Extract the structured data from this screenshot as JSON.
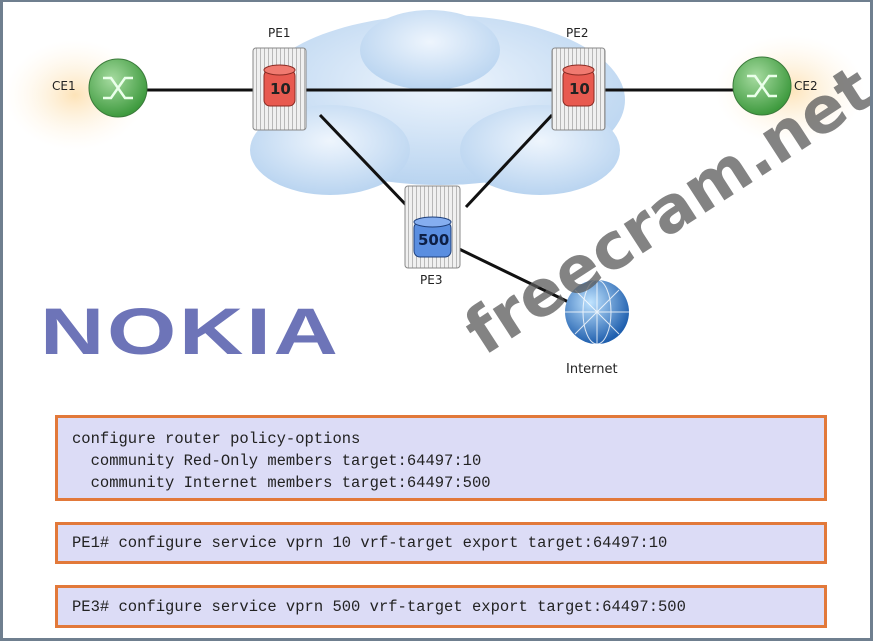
{
  "diagram": {
    "nodes": {
      "ce1": "CE1",
      "ce2": "CE2",
      "pe1": {
        "label": "PE1",
        "vprn": "10"
      },
      "pe2": {
        "label": "PE2",
        "vprn": "10"
      },
      "pe3": {
        "label": "PE3",
        "vprn": "500"
      },
      "internet": "Internet"
    },
    "colors": {
      "red_vprn": "#e85a50",
      "blue_vprn": "#5a8ee0",
      "ce": "#5cb85c",
      "box_fill": "#dcdcf6",
      "box_border": "#e2793a"
    }
  },
  "config": {
    "policy": [
      "configure router policy-options",
      "  community Red-Only members target:64497:10",
      "  community Internet members target:64497:500"
    ],
    "pe1_cmd": "PE1# configure service vprn 10 vrf-target export target:64497:10",
    "pe3_cmd": "PE3# configure service vprn 500 vrf-target export target:64497:500"
  },
  "watermarks": {
    "site": "freecram.net",
    "brand": "NOKIA"
  }
}
